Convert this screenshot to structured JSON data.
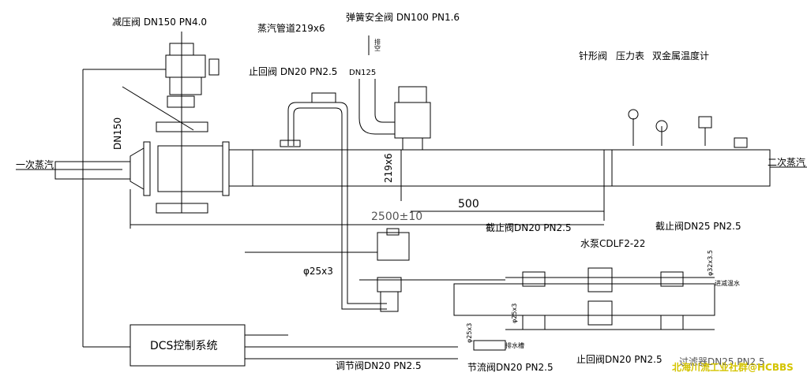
{
  "labels": {
    "inlet_steam": "一次蒸汽",
    "outlet_steam": "二次蒸汽",
    "pressure_reducing_valve": "减压阀 DN150 PN4.0",
    "steam_pipe": "蒸汽管道219x6",
    "spring_safety_valve": "弹簧安全阀 DN100 PN1.6",
    "vent": "排空",
    "dn125": "DN125",
    "check_valve_top": "止回阀 DN20 PN2.5",
    "needle_valve": "针形阀",
    "pressure_gauge": "压力表",
    "bimetal_thermometer": "双金属温度计",
    "dn150": "DN150",
    "pipe_219x6": "219x6",
    "dim_500": "500",
    "dim_2500": "2500±10",
    "stop_valve_left": "截止阀DN20 PN2.5",
    "water_pump": "水泵CDLF2-22",
    "stop_valve_right": "截止阀DN25 PN2.5",
    "pipe_25x3": "φ25x3",
    "pipe_25x3_v1": "φ25x3",
    "pipe_25x3_v2": "φ25x3",
    "pipe_32x3_5": "φ32x3.5",
    "water_in": "进减温水",
    "drain_water": "排水槽",
    "dcs_system": "DCS控制系统",
    "regulating_valve": "调节阀DN20 PN2.5",
    "throttle_valve": "节流阀DN20 PN2.5",
    "check_valve_bottom": "止回阀DN20 PN2.5",
    "filter": "过滤器DN25 PN2.5",
    "watermark": "北海川流工业社群@HCBBS"
  }
}
